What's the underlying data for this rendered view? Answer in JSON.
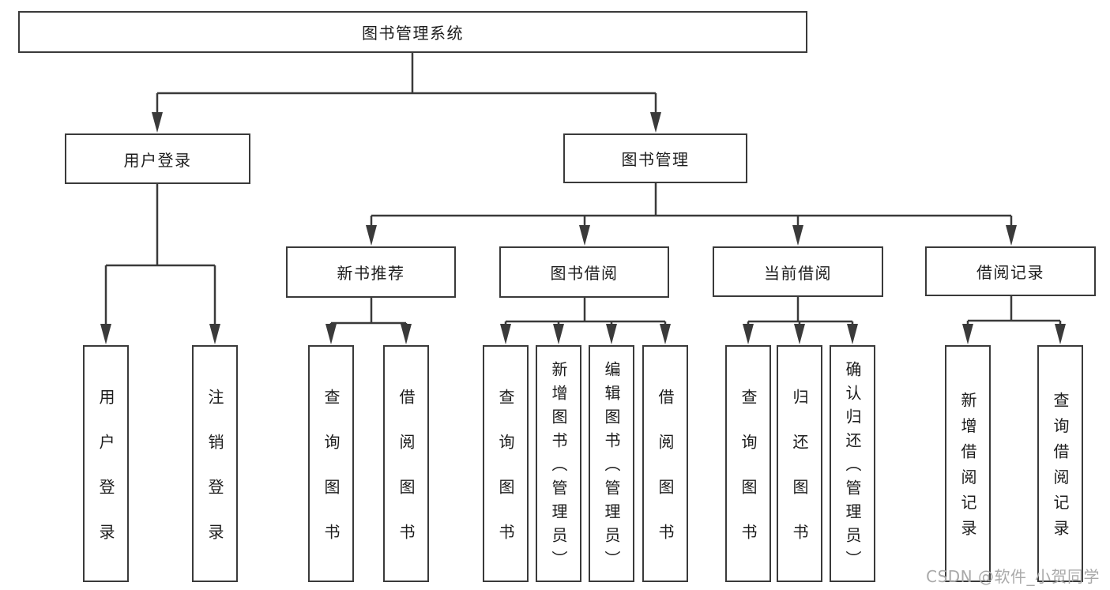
{
  "tree": {
    "label": "图书管理系统",
    "children": [
      {
        "label": "用户登录",
        "children": [
          {
            "label": "用户登录"
          },
          {
            "label": "注销登录"
          }
        ]
      },
      {
        "label": "图书管理",
        "children": [
          {
            "label": "新书推荐",
            "children": [
              {
                "label": "查询图书"
              },
              {
                "label": "借阅图书"
              }
            ]
          },
          {
            "label": "图书借阅",
            "children": [
              {
                "label": "查询图书"
              },
              {
                "label": "新增图书（管理员）"
              },
              {
                "label": "编辑图书（管理员）"
              },
              {
                "label": "借阅图书"
              }
            ]
          },
          {
            "label": "当前借阅",
            "children": [
              {
                "label": "查询图书"
              },
              {
                "label": "归还图书"
              },
              {
                "label": "确认归还（管理员）"
              }
            ]
          },
          {
            "label": "借阅记录",
            "children": [
              {
                "label": "新增借阅记录"
              },
              {
                "label": "查询借阅记录"
              }
            ]
          }
        ]
      }
    ]
  },
  "watermark": {
    "text": "CSDN @软件_小贺同学"
  },
  "colors": {
    "line": "#3a3a3a",
    "box_border": "#3a3a3a",
    "box_fill": "#ffffff",
    "text": "#1c1c1c",
    "watermark": "#a9a9a9",
    "background": "#ffffff"
  }
}
